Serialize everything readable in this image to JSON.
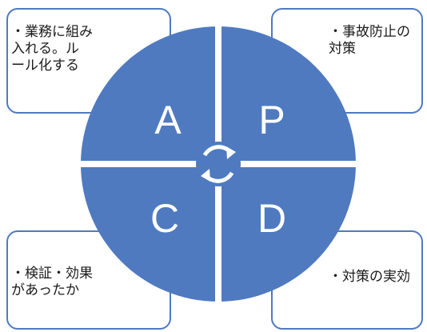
{
  "quadrants": {
    "a": {
      "letter": "A",
      "text": "・業務に組み\n入れる。ル\nール化する"
    },
    "p": {
      "letter": "P",
      "text": "・事故防止の\n対策"
    },
    "c": {
      "letter": "C",
      "text": "・検証・効果\nがあったか"
    },
    "d": {
      "letter": "D",
      "text": "・対策の実効"
    }
  },
  "center_icon": "cycle-arrows-icon",
  "colors": {
    "circle_fill": "#4f7ac0",
    "callout_border": "#4f7ac0",
    "divider": "#ffffff",
    "letter": "#ffffff"
  }
}
